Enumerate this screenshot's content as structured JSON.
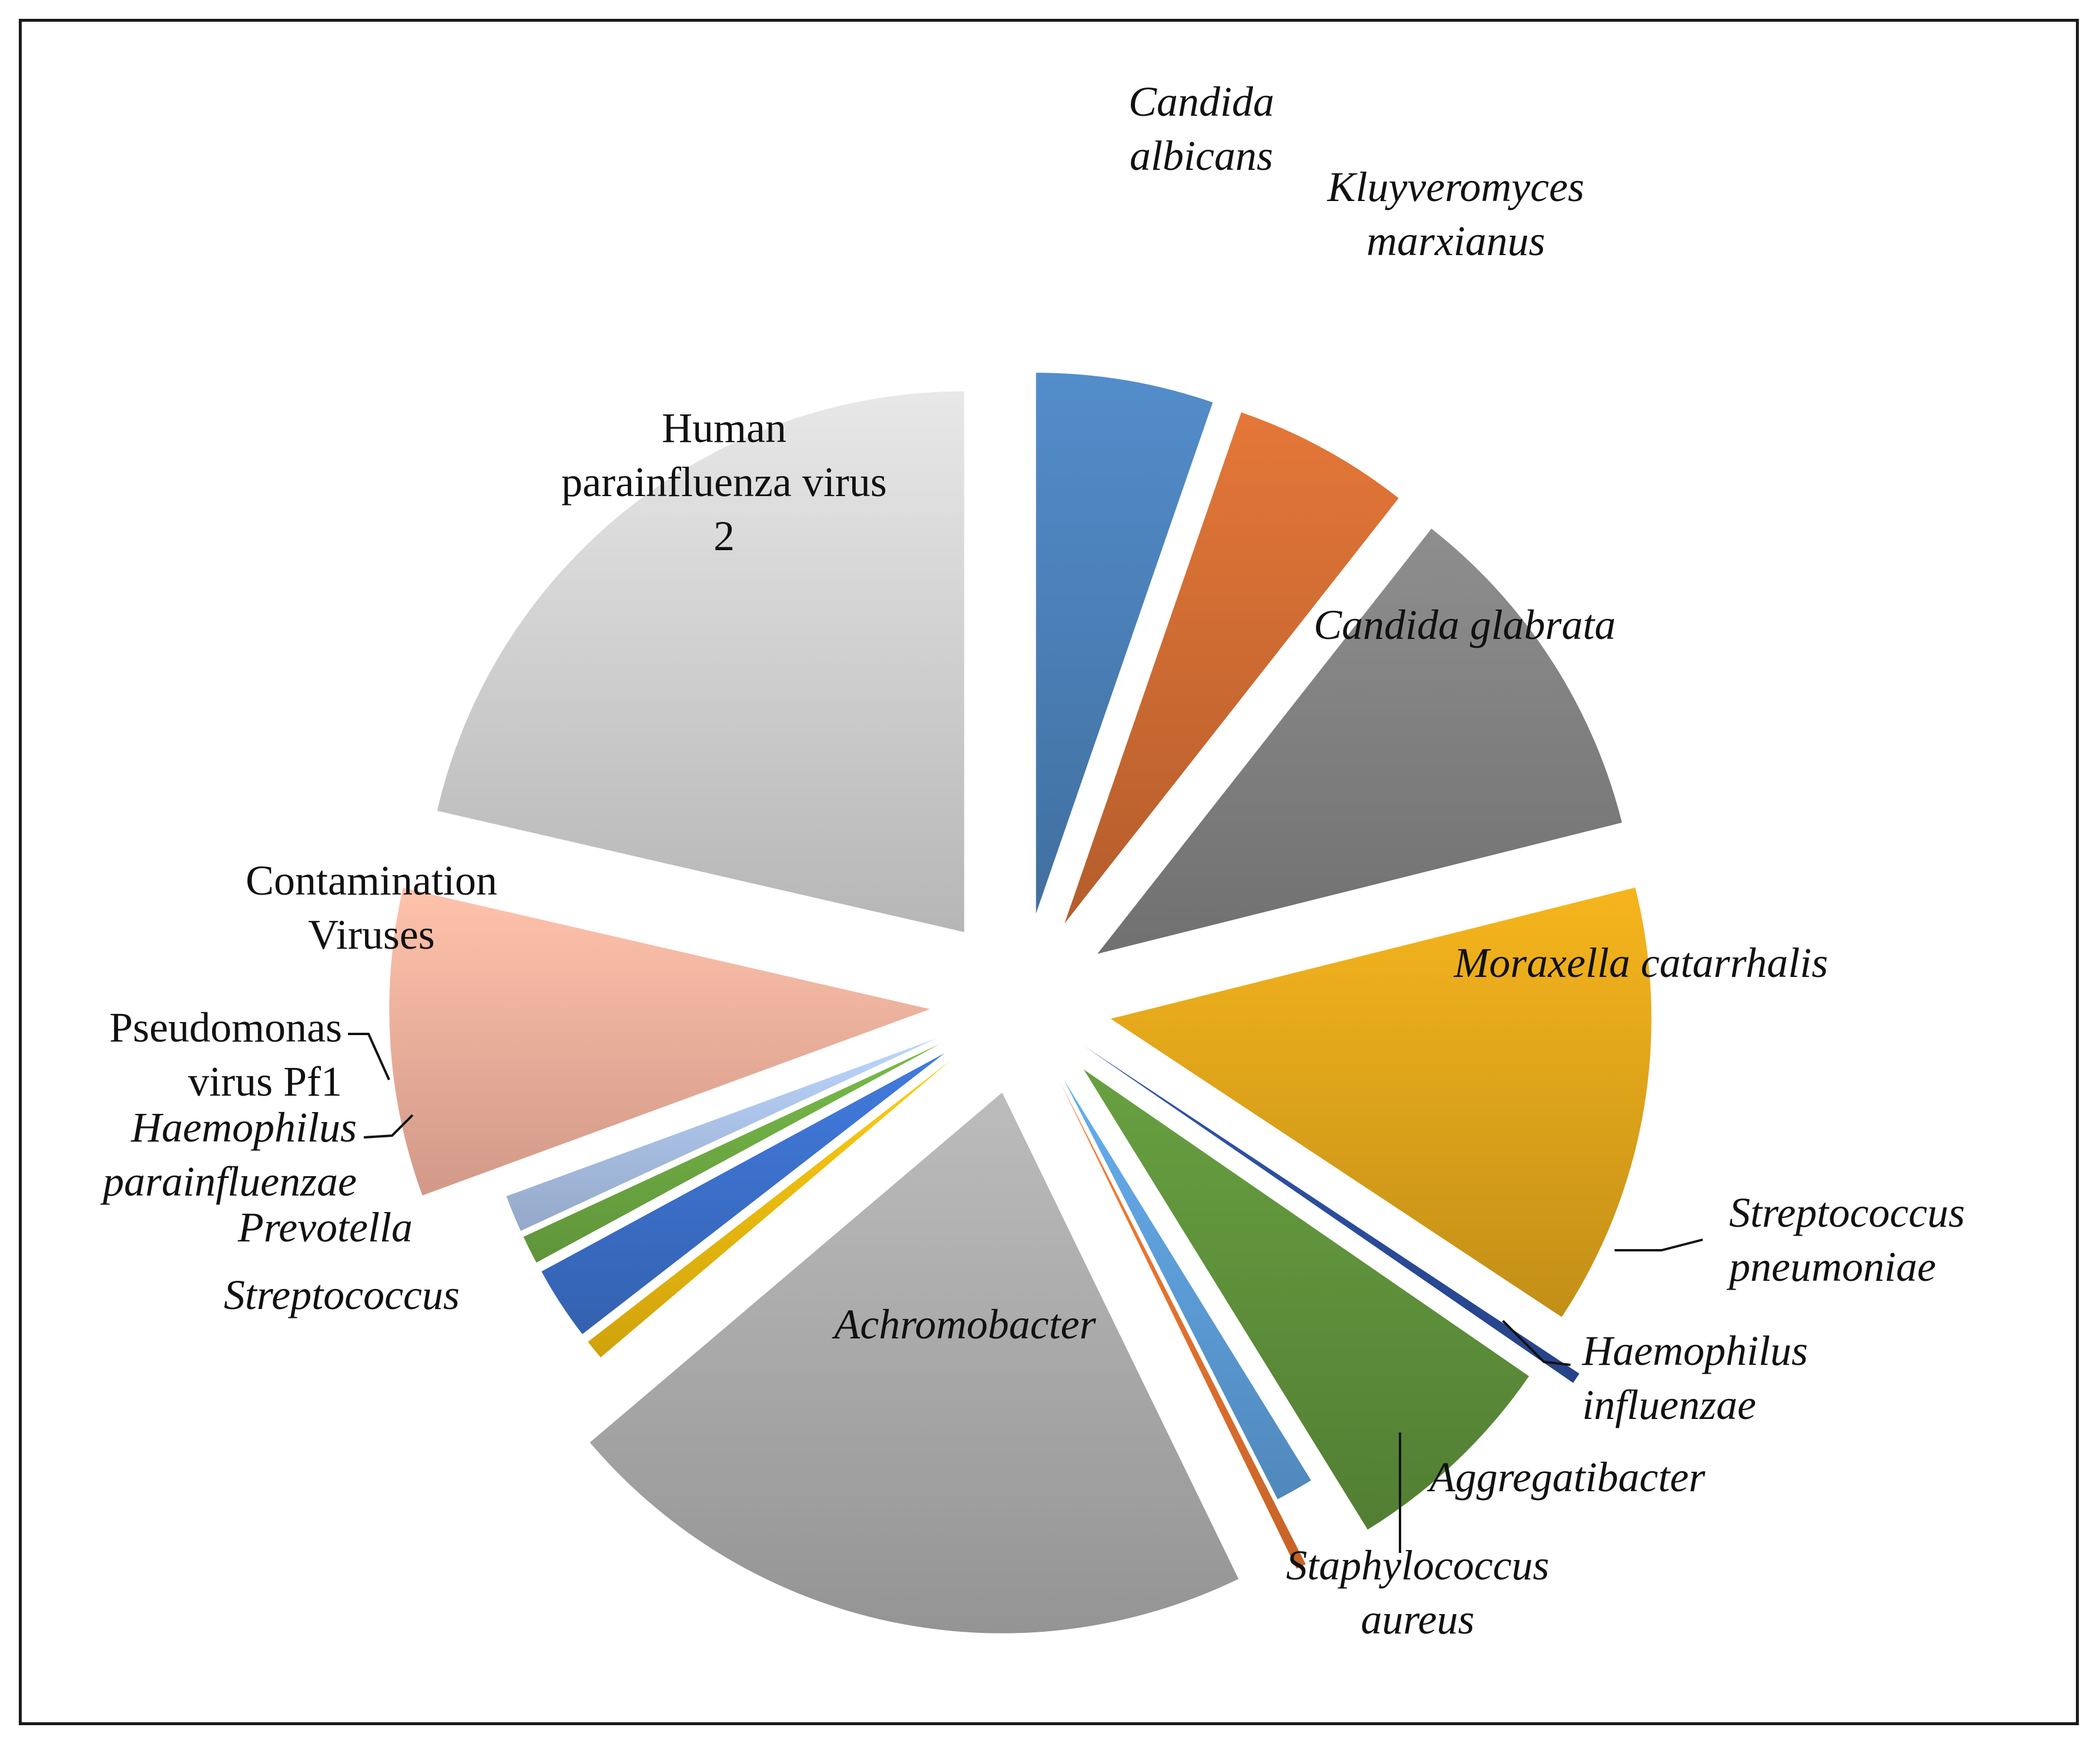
{
  "chart_data": {
    "type": "pie",
    "exploded": true,
    "start": "12 o'clock, clockwise",
    "slices": [
      {
        "label": "Candida albicans",
        "value": 5.3,
        "color": "#4a7eb5",
        "italic": true
      },
      {
        "label": "Kluyveromyces marxianus",
        "value": 5.3,
        "color": "#cc6a32",
        "italic": true
      },
      {
        "label": "Candida glabrata",
        "value": 10.5,
        "color": "#7f7f7f",
        "italic": true
      },
      {
        "label": "Moraxella catarrhalis",
        "value": 13.2,
        "color": "#dca21a",
        "italic": true
      },
      {
        "label": "Streptococcus pneumoniae",
        "value": 0.3,
        "color": "#2b4c9b",
        "italic": true
      },
      {
        "label": "Haemophilus influenzae",
        "value": 6.6,
        "color": "#5d8f3a",
        "italic": true
      },
      {
        "label": "Aggregatibacter",
        "value": 1.3,
        "color": "#5b9bd5",
        "italic": true
      },
      {
        "label": "Staphylococcus aureus",
        "value": 0.3,
        "color": "#e0702e",
        "italic": true
      },
      {
        "label": "Achromobacter",
        "value": 21.0,
        "color": "#a8a8a8",
        "italic": true
      },
      {
        "label": "Streptococcus",
        "value": 0.7,
        "color": "#ebb80f",
        "italic": true
      },
      {
        "label": "Prevotella",
        "value": 2.6,
        "color": "#3b6ec7",
        "italic": true
      },
      {
        "label": "Haemophilus parainfluenzae",
        "value": 1.0,
        "color": "#6ca842",
        "italic": true
      },
      {
        "label": "Pseudomonas virus Pf1",
        "value": 1.3,
        "color": "#a8bfe3",
        "italic": false
      },
      {
        "label": "Contamination Viruses",
        "value": 9.2,
        "color": "#efae9a",
        "italic": false
      },
      {
        "label": "Human parainfluenza virus 2",
        "value": 21.4,
        "color": "#cfcfcf",
        "italic": false
      }
    ]
  }
}
